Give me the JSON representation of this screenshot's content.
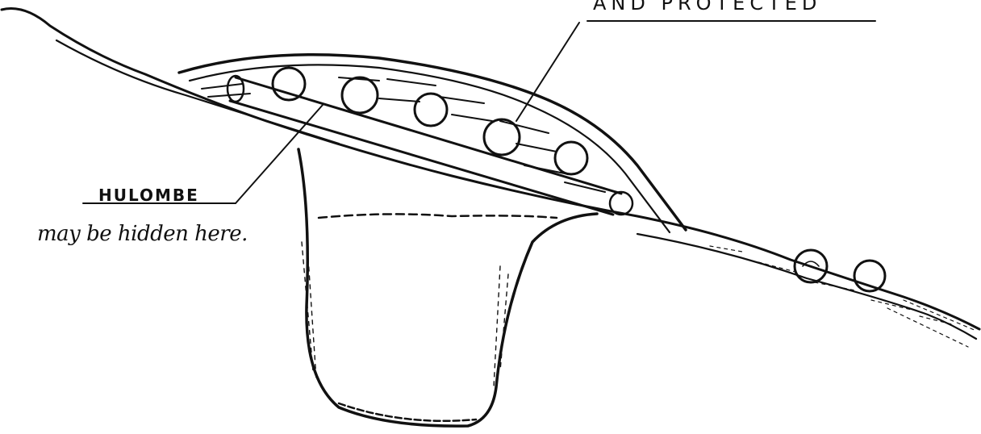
{
  "labels": {
    "top_caption": "AND PROTECTED",
    "hulombe": "HULOMBE",
    "note": "may be hidden here."
  },
  "colors": {
    "ink": "#111111",
    "paper": "#ffffff"
  }
}
